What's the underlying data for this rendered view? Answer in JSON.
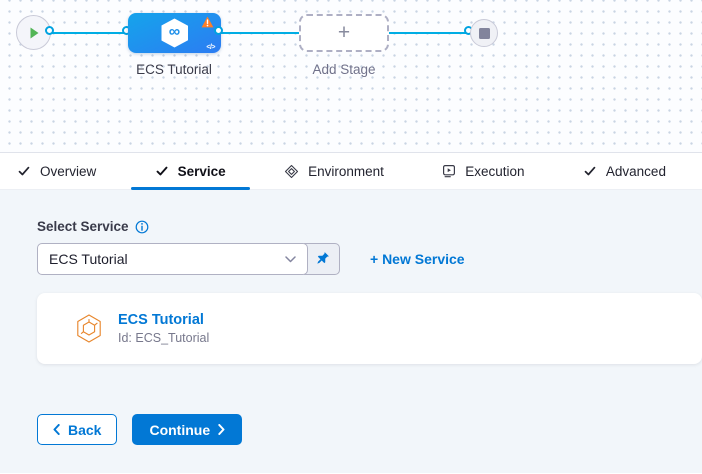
{
  "colors": {
    "accent": "#0278d5",
    "node_blue": "#1e93ea",
    "connector_blue": "#00ade4",
    "warning_orange": "#ff7e27",
    "service_icon_orange": "#e8862c",
    "content_bg": "#f2f6fa"
  },
  "pipeline": {
    "stage_label": "ECS Tutorial",
    "stage_icon_glyph": "∞",
    "stage_code_glyph": "</>",
    "add_stage_label": "Add Stage",
    "add_stage_plus_glyph": "+"
  },
  "tabs": {
    "overview": "Overview",
    "service": "Service",
    "environment": "Environment",
    "execution": "Execution",
    "advanced": "Advanced"
  },
  "service_form": {
    "label": "Select Service",
    "dropdown_value": "ECS Tutorial",
    "new_service_label": "+ New Service"
  },
  "service_card": {
    "title": "ECS Tutorial",
    "id_line": "Id: ECS_Tutorial"
  },
  "footer": {
    "back_label": "Back",
    "continue_label": "Continue"
  }
}
